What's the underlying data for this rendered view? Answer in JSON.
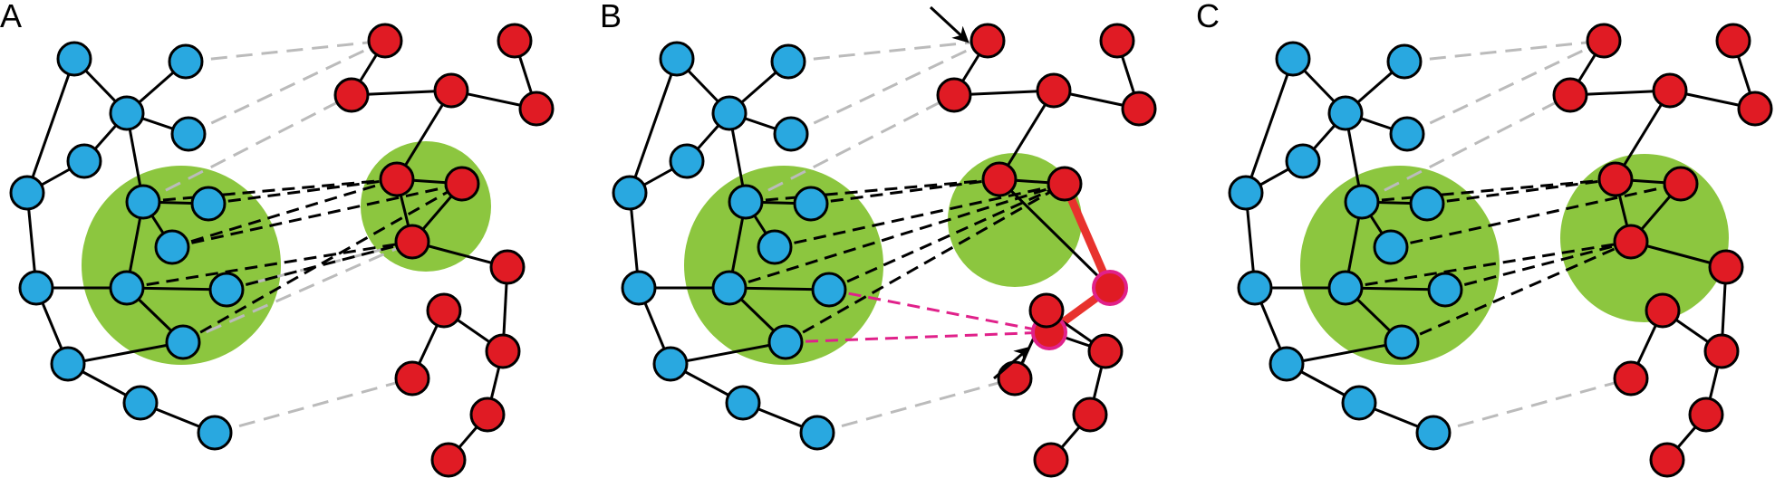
{
  "panels": [
    {
      "id": "A",
      "label": "A"
    },
    {
      "id": "B",
      "label": "B"
    },
    {
      "id": "C",
      "label": "C"
    }
  ],
  "colors": {
    "blue_node": "#29a8e0",
    "red_node": "#e01b24",
    "highlight_ring": "#e0218a",
    "green_region": "#8cc63f",
    "gray_dashed": "#bbbbbb",
    "black_dashed": "#000000",
    "magenta_dashed": "#e0218a",
    "highlight_edge": "#e8322d",
    "edge": "#000000"
  },
  "icons": [
    "arrow-pointer-icon"
  ]
}
